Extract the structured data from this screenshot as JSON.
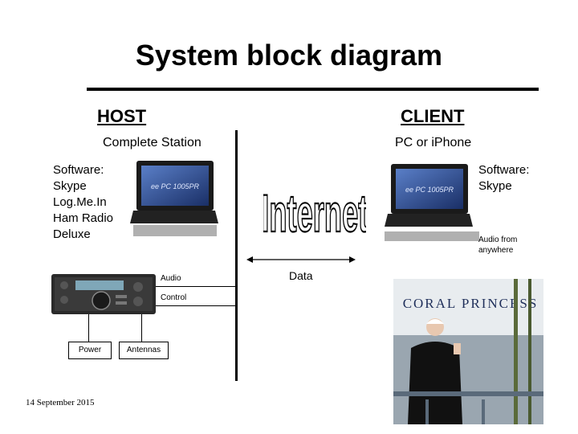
{
  "title": "System block diagram",
  "host": {
    "label": "HOST",
    "sublabel": "Complete Station",
    "software": [
      "Software:",
      "Skype",
      "Log.Me.In",
      "Ham Radio",
      "Deluxe"
    ]
  },
  "client": {
    "label": "CLIENT",
    "sublabel": "PC or iPhone",
    "software": [
      "Software:",
      "Skype"
    ],
    "audio_note": [
      "Audio from",
      "anywhere"
    ]
  },
  "internet_word": "Internet",
  "laptop_brand": "ee PC 1005PR",
  "connections": {
    "data": "Data",
    "audio": "Audio",
    "control": "Control",
    "power": "Power",
    "antennas": "Antennas"
  },
  "photo": {
    "ship_name": "CORAL PRINCESS"
  },
  "footer": {
    "date": "14 September 2015"
  },
  "colors": {
    "accent": "#4466aa",
    "rule": "#000000",
    "laptop_base": "#b0b0b0"
  }
}
